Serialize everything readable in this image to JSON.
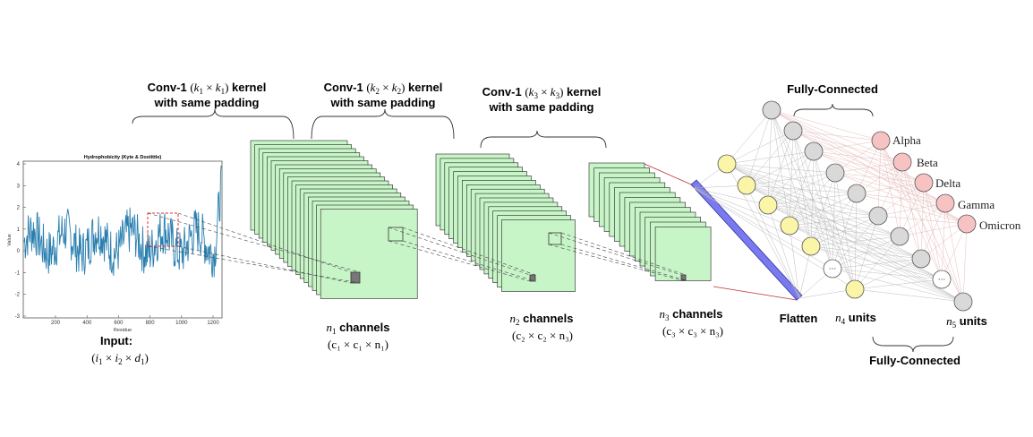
{
  "plot": {
    "title": "Hydrophobicity (Kyte & Doolittle)",
    "xlabel": "Residue",
    "ylabel": "Value",
    "yticks": [
      "4",
      "3",
      "2",
      "1",
      "0",
      "-1",
      "-2",
      "-3"
    ],
    "xticks": [
      "200",
      "400",
      "600",
      "800",
      "1000",
      "1200"
    ]
  },
  "input": {
    "title": "Input:",
    "dims_prefix": "(",
    "i1": "i",
    "i1_sub": "1",
    "x1": " × ",
    "i2": "i",
    "i2_sub": "2",
    "x2": " × ",
    "d1": "d",
    "d1_sub": "1",
    "dims_suffix": ")"
  },
  "conv": [
    {
      "prefix": "Conv-1 ",
      "k_open": "(",
      "k": "k",
      "k_sub": "1",
      "times": " × ",
      "k2": "k",
      "k2_sub": "1",
      "k_close": ")",
      "suffix": " kernel",
      "line2": "with same padding"
    },
    {
      "prefix": "Conv-1 ",
      "k_open": "(",
      "k": "k",
      "k_sub": "2",
      "times": " × ",
      "k2": "k",
      "k2_sub": "2",
      "k_close": ")",
      "suffix": " kernel",
      "line2": "with same padding"
    },
    {
      "prefix": "Conv-1 ",
      "k_open": "(",
      "k": "k",
      "k_sub": "3",
      "times": " × ",
      "k2": "k",
      "k2_sub": "3",
      "k_close": ")",
      "suffix": " kernel",
      "line2": "with same padding"
    }
  ],
  "channels": [
    {
      "n": "n",
      "n_sub": "1",
      "label": " channels",
      "dims": "(c₁ × c₁ × n₁)"
    },
    {
      "n": "n",
      "n_sub": "2",
      "label": " channels",
      "dims": "(c₂ × c₂ × n₃)"
    },
    {
      "n": "n",
      "n_sub": "3",
      "label": " channels",
      "dims": "(c₃ × c₃ × n₃)"
    }
  ],
  "flatten": "Flatten",
  "n4": {
    "n": "n",
    "sub": "4",
    "label": " units"
  },
  "n5": {
    "n": "n",
    "sub": "5",
    "label": " units"
  },
  "fc_top": "Fully-Connected",
  "fc_bottom": "Fully-Connected",
  "ellipsis": "···",
  "classes": [
    "Alpha",
    "Beta",
    "Delta",
    "Gamma",
    "Omicron"
  ],
  "colors": {
    "feature_map": "#c8f5c8",
    "flatten": "#7a7af0",
    "yellow_node": "#fbf5a8",
    "gray_node": "#d9d9d9",
    "pink_node": "#f7c2c2",
    "plot_line": "#2a7fb0",
    "highlight": "#e03030"
  }
}
